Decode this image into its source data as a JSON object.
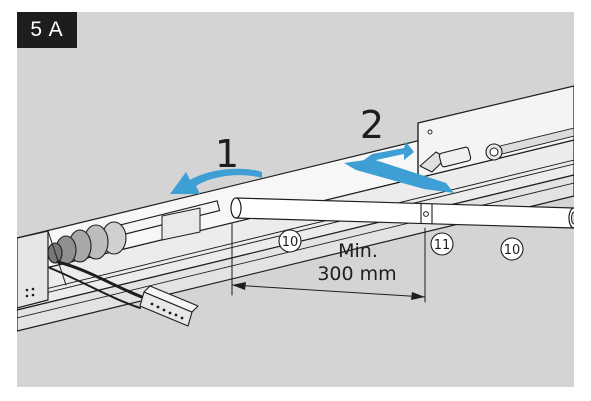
{
  "step_label": "5 A",
  "callouts": {
    "step_1": "1",
    "step_2": "2"
  },
  "part_numbers": {
    "part_a": "10",
    "part_b": "11",
    "part_c": "10"
  },
  "dimension": {
    "line1": "Min.",
    "line2": "300 mm"
  },
  "colors": {
    "background_panel": "#d4d4d4",
    "badge": "#1d1d1b",
    "arrow_blue": "#3d9fd3",
    "line": "#1d1d1b"
  }
}
